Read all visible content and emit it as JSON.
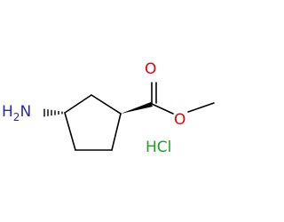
{
  "structure": {
    "amine_group": {
      "main": "H",
      "subscript": "2",
      "element": "N"
    },
    "carbonyl_oxygen": "O",
    "ester_oxygen": "O",
    "salt": "HCl",
    "colors": {
      "bond": "#000000",
      "nitrogen": "#2a2aa6",
      "oxygen": "#e8000b",
      "chlorine": "#1ea31e"
    }
  }
}
